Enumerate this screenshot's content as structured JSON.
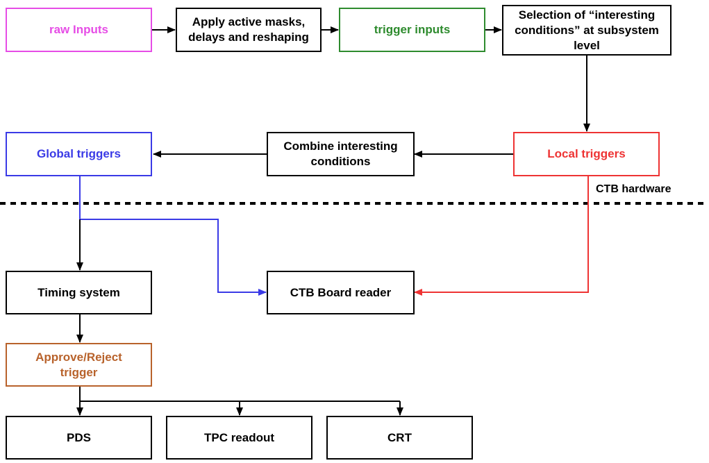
{
  "nodes": {
    "raw_inputs": {
      "label": "raw Inputs",
      "color": "#e64de6"
    },
    "apply_masks": {
      "label": "Apply active masks,\ndelays and reshaping",
      "color": "#000000"
    },
    "trigger_inputs": {
      "label": "trigger inputs",
      "color": "#2e8b2e"
    },
    "selection": {
      "label": "Selection of “interesting\nconditions” at subsystem\nlevel",
      "color": "#000000"
    },
    "local_triggers": {
      "label": "Local triggers",
      "color": "#ee3333"
    },
    "combine": {
      "label": "Combine interesting\nconditions",
      "color": "#000000"
    },
    "global_triggers": {
      "label": "Global triggers",
      "color": "#3a3ae6"
    },
    "timing_system": {
      "label": "Timing system",
      "color": "#000000"
    },
    "ctb_board_reader": {
      "label": "CTB Board reader",
      "color": "#000000"
    },
    "approve_reject": {
      "label": "Approve/Reject\ntrigger",
      "color": "#b8622b"
    },
    "pds": {
      "label": "PDS",
      "color": "#000000"
    },
    "tpc_readout": {
      "label": "TPC readout",
      "color": "#000000"
    },
    "crt": {
      "label": "CRT",
      "color": "#000000"
    }
  },
  "ctb_hardware_label": "CTB hardware",
  "edge_colors": {
    "default": "#000000",
    "global": "#3a3ae6",
    "local": "#ee3333"
  }
}
